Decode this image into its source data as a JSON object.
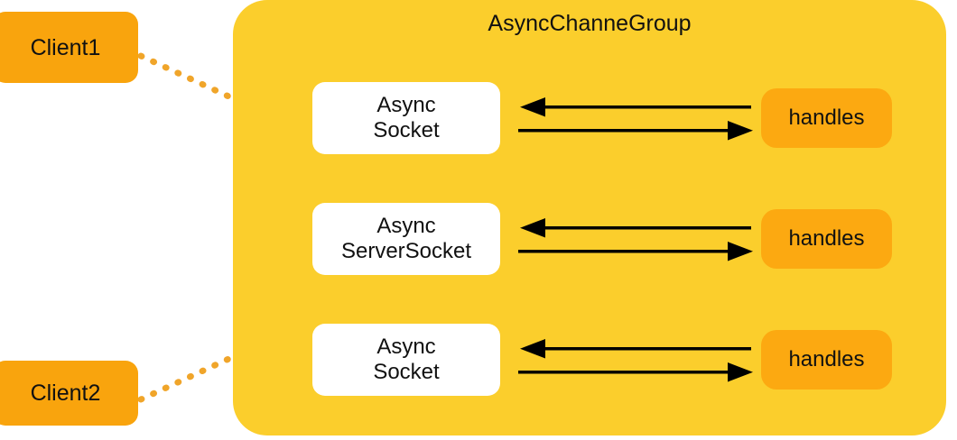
{
  "diagram": {
    "title": "AsyncChanneGroup",
    "colors": {
      "panel_yellow": "#FBCE2C",
      "client_orange": "#F9A40D",
      "handles_orange": "#FCA911",
      "channel_white": "#FFFFFF",
      "arrow_black": "#000000",
      "connector_orange": "#F0A52A",
      "text_black": "#111111",
      "background": "#FFFFFF"
    },
    "clients": [
      {
        "label": "Client1"
      },
      {
        "label": "Client2"
      }
    ],
    "connectors": [
      {
        "from": "Client1",
        "to": "AsyncChanneGroup",
        "style": "dotted"
      },
      {
        "from": "Client2",
        "to": "AsyncChanneGroup",
        "style": "dotted"
      }
    ],
    "channels": [
      {
        "line1": "Async",
        "line2": "Socket",
        "handles_label": "handles",
        "arrow_in": "left-arrow",
        "arrow_out": "right-arrow"
      },
      {
        "line1": "Async",
        "line2": "ServerSocket",
        "handles_label": "handles",
        "arrow_in": "left-arrow",
        "arrow_out": "right-arrow"
      },
      {
        "line1": "Async",
        "line2": "Socket",
        "handles_label": "handles",
        "arrow_in": "left-arrow",
        "arrow_out": "right-arrow"
      }
    ]
  }
}
